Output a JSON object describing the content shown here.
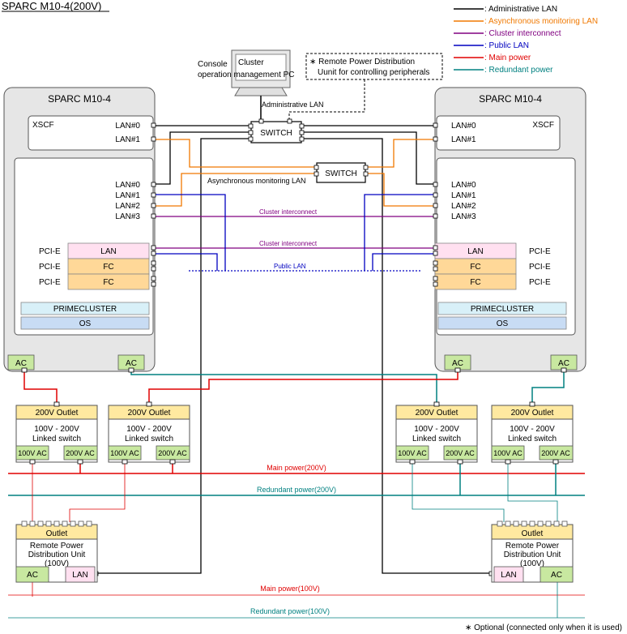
{
  "title": "SPARC M10-4(200V)",
  "legend": {
    "admin": {
      "label": ": Administrative LAN",
      "color": "#000000"
    },
    "async": {
      "label": ": Asynchronous monitoring LAN",
      "color": "#f07800"
    },
    "cluster": {
      "label": ": Cluster interconnect",
      "color": "#800080"
    },
    "public": {
      "label": ": Public LAN",
      "color": "#0000c0"
    },
    "main": {
      "label": ": Main power",
      "color": "#e00000"
    },
    "redundant": {
      "label": ": Redundant power",
      "color": "#008080"
    }
  },
  "console": {
    "label_line1": "Console",
    "label_line2": "operation management PC",
    "screen_line1": "Cluster",
    "screen_line2": "management PC"
  },
  "note": {
    "line1": "∗ Remote Power Distribution",
    "line2": "Uunit for controlling peripherals"
  },
  "admin_lan_label": "Administrative LAN",
  "switch_label": "SWITCH",
  "async_lan_label": "Asynchronous monitoring LAN",
  "cluster_label_1": "Cluster interconnect",
  "cluster_label_2": "Cluster interconnect",
  "public_lan_label": "Public LAN",
  "server": {
    "title": "SPARC M10-4",
    "xscf": "XSCF",
    "xscf_ports": [
      "LAN#0",
      "LAN#1"
    ],
    "lan_ports": [
      "LAN#0",
      "LAN#1",
      "LAN#2",
      "LAN#3"
    ],
    "pcie_label": "PCI-E",
    "cards": [
      "LAN",
      "FC",
      "FC"
    ],
    "primecluster": "PRIMECLUSTER",
    "os": "OS",
    "ac": "AC"
  },
  "outlet": {
    "title": "200V Outlet",
    "line1": "100V - 200V",
    "line2": "Linked switch",
    "ac100": "100V AC",
    "ac200": "200V AC"
  },
  "main_power_200": "Main power(200V)",
  "redundant_power_200": "Redundant power(200V)",
  "rpdu": {
    "outlet": "Outlet",
    "line1": "Remote Power",
    "line2": "Distribution Unit",
    "line3": "(100V)",
    "ac": "AC",
    "lan": "LAN"
  },
  "main_power_100": "Main power(100V)",
  "redundant_power_100": "Redundant power(100V)",
  "footnote": "∗ Optional (connected only when it is used)"
}
